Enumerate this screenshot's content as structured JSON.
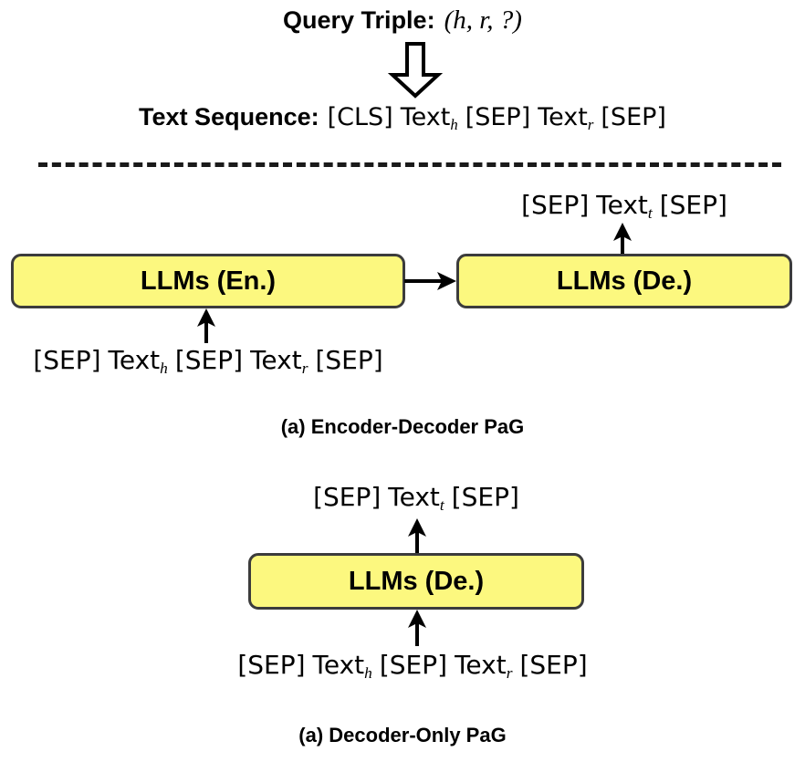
{
  "figure": {
    "query": {
      "label": "Query Triple:",
      "value": "(h, r, ?)"
    },
    "sequence": {
      "label": "Text Sequence:",
      "tokens": "[CLS] Text_h [SEP] Text_r [SEP]",
      "parts": {
        "cls": "[CLS]",
        "text_h": "Text",
        "sub_h": "h",
        "sep1": "[SEP]",
        "text_r": "Text",
        "sub_r": "r",
        "sep2": "[SEP]"
      }
    },
    "big_arrow_icon": "hollow-down-arrow-icon",
    "divider_icon": "dashed-divider"
  },
  "panel_a": {
    "caption": "(a) Encoder-Decoder PaG",
    "encoder_box": {
      "label": "LLMs (En.)",
      "fill": "#FCF87F",
      "border": "#3c3c3c"
    },
    "decoder_box": {
      "label": "LLMs (De.)",
      "fill": "#FCF87F",
      "border": "#3c3c3c"
    },
    "input_text": {
      "sep1": "[SEP]",
      "text_h": "Text",
      "sub_h": "h",
      "sep2": "[SEP]",
      "text_r": "Text",
      "sub_r": "r",
      "sep3": "[SEP]"
    },
    "output_text": {
      "sep1": "[SEP]",
      "text_t": "Text",
      "sub_t": "t",
      "sep2": "[SEP]"
    },
    "arrows": {
      "input_arrow_icon": "up-arrow-icon",
      "link_arrow_icon": "right-arrow-icon",
      "output_arrow_icon": "up-arrow-icon"
    }
  },
  "panel_b": {
    "caption": "(a) Decoder-Only PaG",
    "decoder_box": {
      "label": "LLMs (De.)",
      "fill": "#FCF87F",
      "border": "#3c3c3c"
    },
    "input_text": {
      "sep1": "[SEP]",
      "text_h": "Text",
      "sub_h": "h",
      "sep2": "[SEP]",
      "text_r": "Text",
      "sub_r": "r",
      "sep3": "[SEP]"
    },
    "output_text": {
      "sep1": "[SEP]",
      "text_t": "Text",
      "sub_t": "t",
      "sep2": "[SEP]"
    },
    "arrows": {
      "input_arrow_icon": "up-arrow-icon",
      "output_arrow_icon": "up-arrow-icon"
    }
  }
}
